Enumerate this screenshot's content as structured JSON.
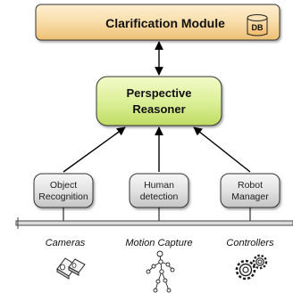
{
  "clarification_module": {
    "label": "Clarification Module",
    "db_label": "DB",
    "fill_color": "#f6d9a4"
  },
  "perspective_reasoner": {
    "label_line1": "Perspective",
    "label_line2": "Reasoner",
    "fill_color": "#dff29a"
  },
  "modules": [
    {
      "line1": "Object",
      "line2": "Recognition"
    },
    {
      "line1": "Human",
      "line2": "detection"
    },
    {
      "line1": "Robot",
      "line2": "Manager"
    }
  ],
  "sources": [
    {
      "label": "Cameras",
      "icon": "cameras-icon"
    },
    {
      "label": "Motion Capture",
      "icon": "motion-capture-icon"
    },
    {
      "label": "Controllers",
      "icon": "controllers-icon"
    }
  ]
}
